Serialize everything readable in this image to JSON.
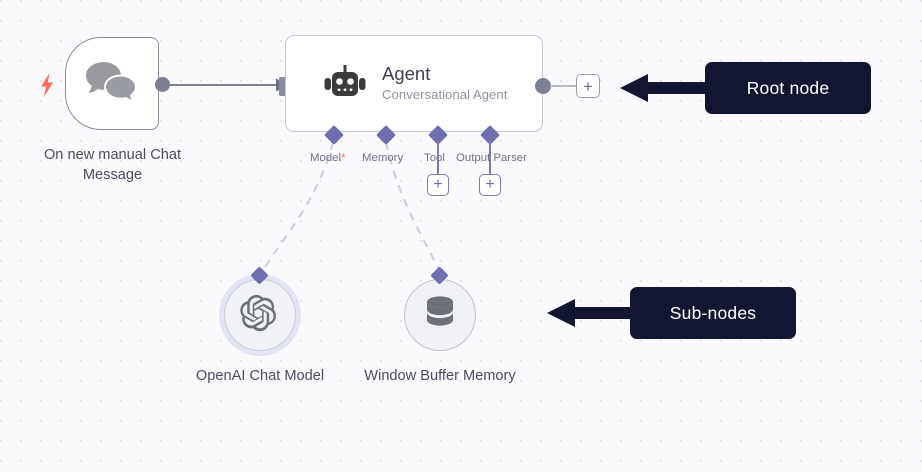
{
  "canvas": {
    "background_color": "#fafafc",
    "dot_color": "#e4e4ea",
    "accent_purple": "#6f6fb0",
    "annotation_bg": "#131630",
    "trigger_bolt_color": "#ff6d5a",
    "required_marker_color": "#ff6d5a"
  },
  "trigger_node": {
    "label": "On new manual Chat Message",
    "icon": "chat-bubbles-icon",
    "trigger_icon": "lightning-bolt-icon"
  },
  "agent_node": {
    "title": "Agent",
    "subtitle": "Conversational Agent",
    "icon": "robot-icon",
    "ports": [
      {
        "label": "Model",
        "required": true,
        "required_marker": "*",
        "has_plus": false
      },
      {
        "label": "Memory",
        "required": false,
        "required_marker": "",
        "has_plus": false
      },
      {
        "label": "Tool",
        "required": false,
        "required_marker": "",
        "has_plus": true
      },
      {
        "label": "Output Parser",
        "required": false,
        "required_marker": "",
        "has_plus": true
      }
    ],
    "output_plus_label": "+"
  },
  "sub_nodes": [
    {
      "label": "OpenAI Chat Model",
      "icon": "openai-logo-icon",
      "highlighted": true
    },
    {
      "label": "Window Buffer Memory",
      "icon": "database-icon",
      "highlighted": false
    }
  ],
  "annotations": [
    {
      "text": "Root node",
      "arrow": "arrow-left-icon"
    },
    {
      "text": "Sub-nodes",
      "arrow": "arrow-left-icon"
    }
  ],
  "plus_label": "+"
}
